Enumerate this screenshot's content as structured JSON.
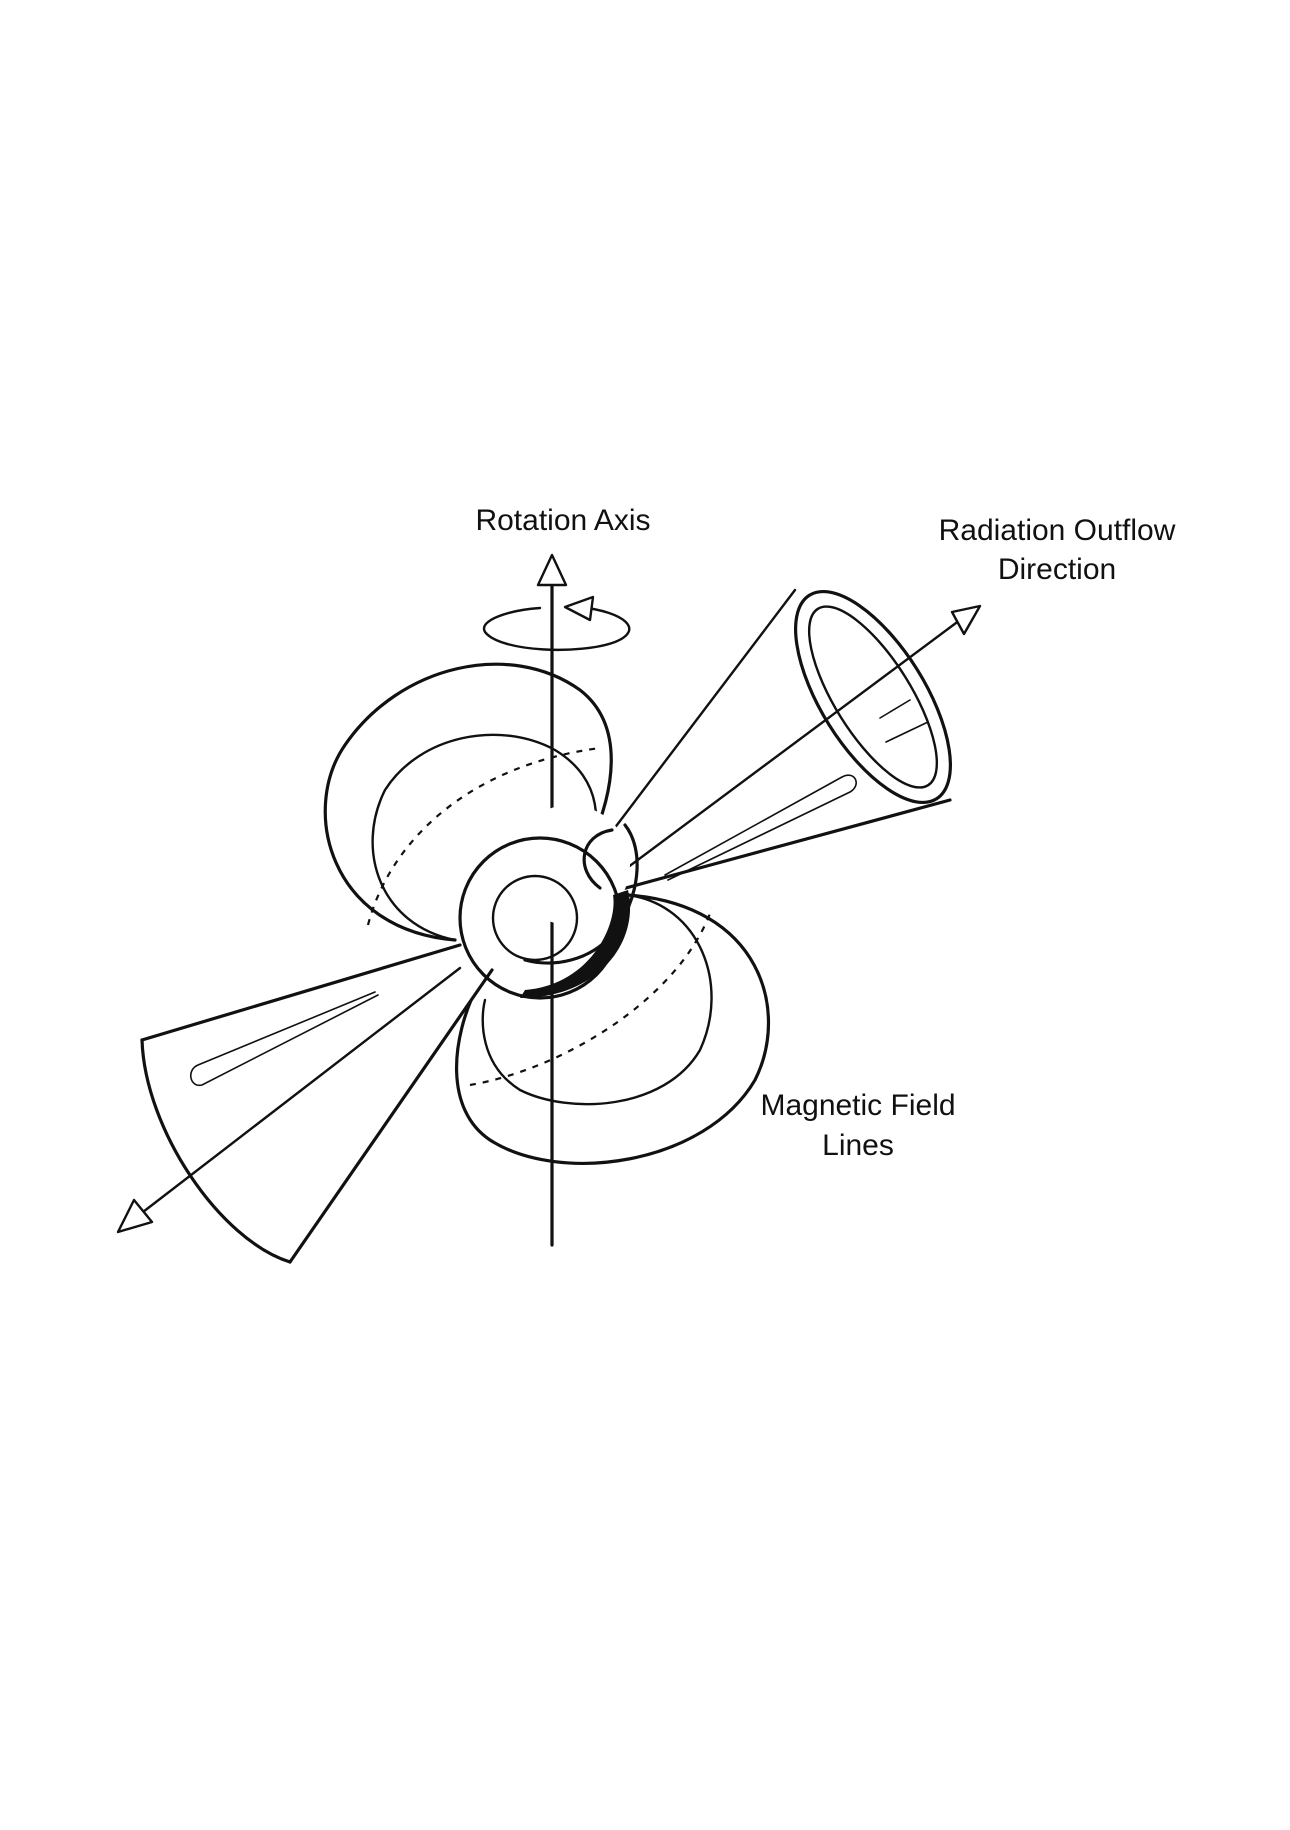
{
  "labels": {
    "rotation_axis": "Rotation Axis",
    "radiation_line1": "Radiation Outflow",
    "radiation_line2": "Direction",
    "magnetic_line1": "Magnetic Field",
    "magnetic_line2": "Lines"
  },
  "colors": {
    "ink": "#111111",
    "background": "#ffffff"
  }
}
